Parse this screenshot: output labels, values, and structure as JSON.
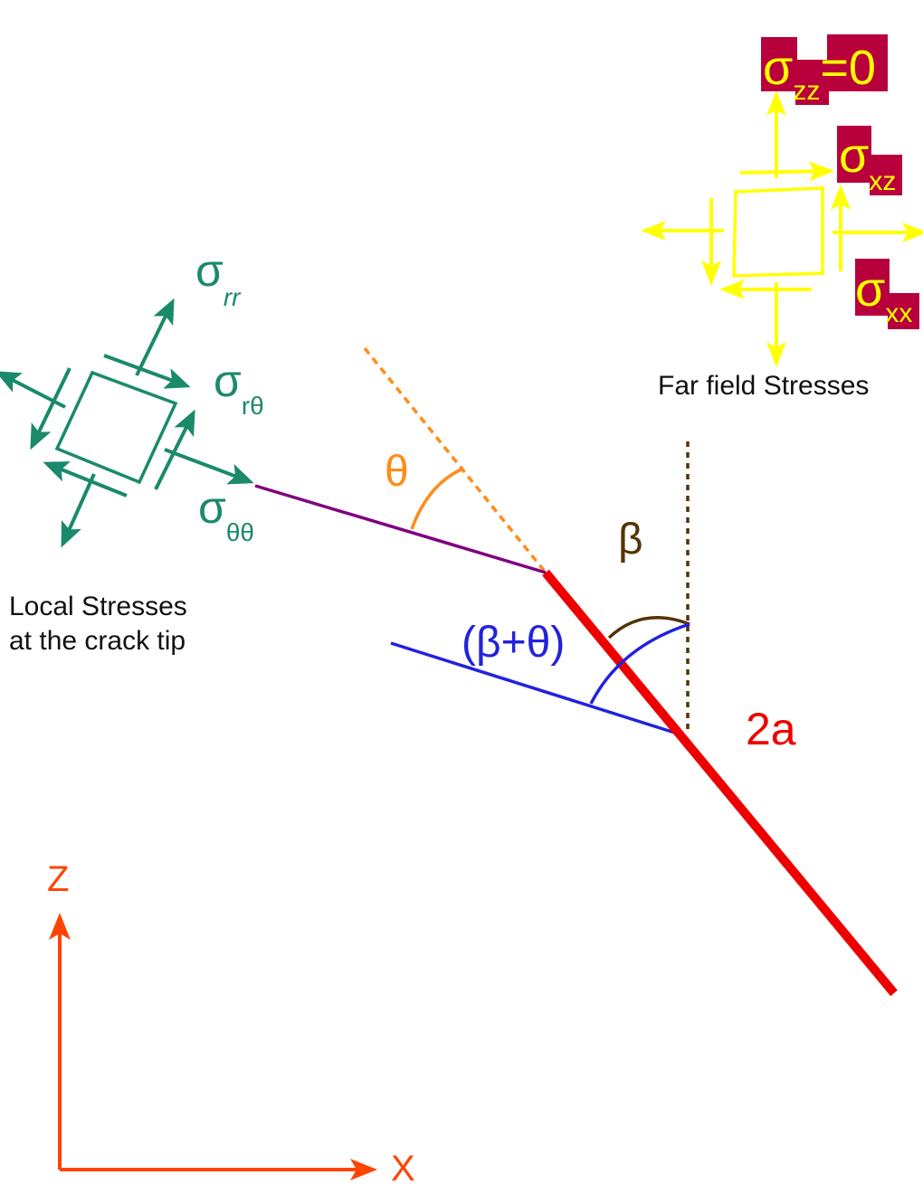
{
  "colors": {
    "crack": "#ee0000",
    "purple": "#800080",
    "blue": "#2222dd",
    "orange": "#ff8c1a",
    "brown": "#553300",
    "teal": "#1a8a6a",
    "yellow": "#ffff00",
    "maroon": "#b8003c",
    "axis": "#ff4400"
  },
  "local_stresses": {
    "sigma": "σ",
    "rr_sub": "rr",
    "rtheta_sub": "rθ",
    "thetatheta_sub": "θθ",
    "caption_line1": "Local Stresses",
    "caption_line2": "at the crack tip"
  },
  "far_field": {
    "sigma": "σ",
    "zz_sub": "zz",
    "zz_suffix": "=0",
    "xz_sub": "xz",
    "xx_sub": "xx",
    "caption": "Far field Stresses"
  },
  "angles": {
    "theta": "θ",
    "beta": "β",
    "beta_plus_theta": "(β+θ)"
  },
  "crack": {
    "length_label": "2a"
  },
  "axes": {
    "z_label": "Z",
    "x_label": "X"
  }
}
